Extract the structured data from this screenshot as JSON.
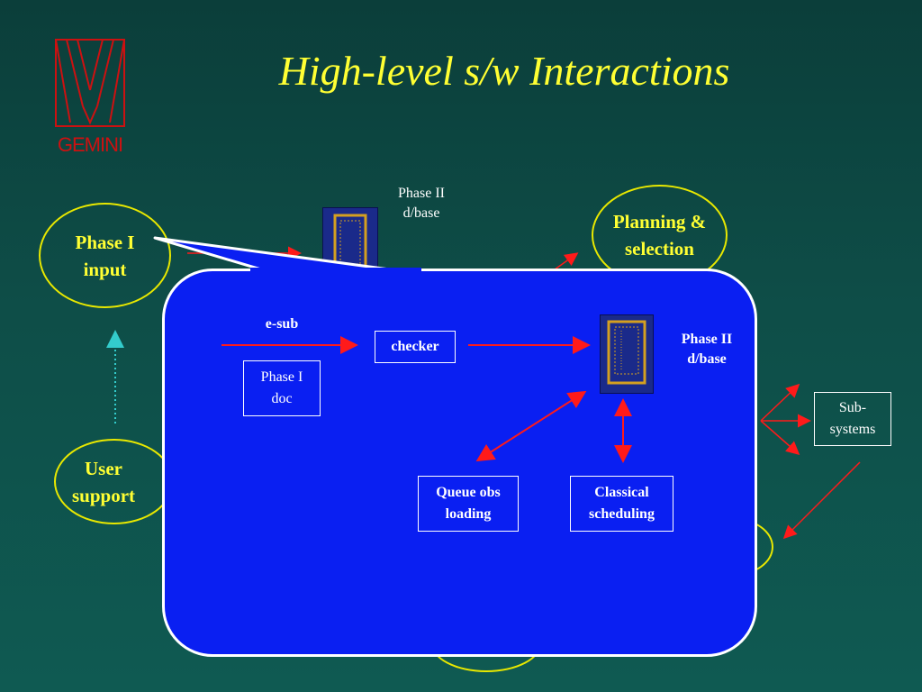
{
  "slide": {
    "title": "High-level s/w Interactions"
  },
  "logo": {
    "text": "GEMINI",
    "color": "#cc1111"
  },
  "background_nodes": {
    "phase1_input": "Phase I\ninput",
    "planning_selection": "Planning &\nselection",
    "user_support": "User\nsupport",
    "phase2_dbase_top": "Phase II\nd/base",
    "subsystems": "Sub-\nsystems"
  },
  "callout": {
    "esub_label": "e-sub",
    "phase1_doc": "Phase I\ndoc",
    "checker": "checker",
    "phase2_dbase": "Phase II\nd/base",
    "queue_obs_loading": "Queue obs\nloading",
    "classical_scheduling": "Classical\nscheduling",
    "fill_color": "#0a1ff2"
  },
  "colors": {
    "ellipse_border": "#e8e800",
    "ellipse_text": "#ffff33",
    "arrow": "#ff1a1a",
    "dotted_arrow": "#33cccc"
  }
}
